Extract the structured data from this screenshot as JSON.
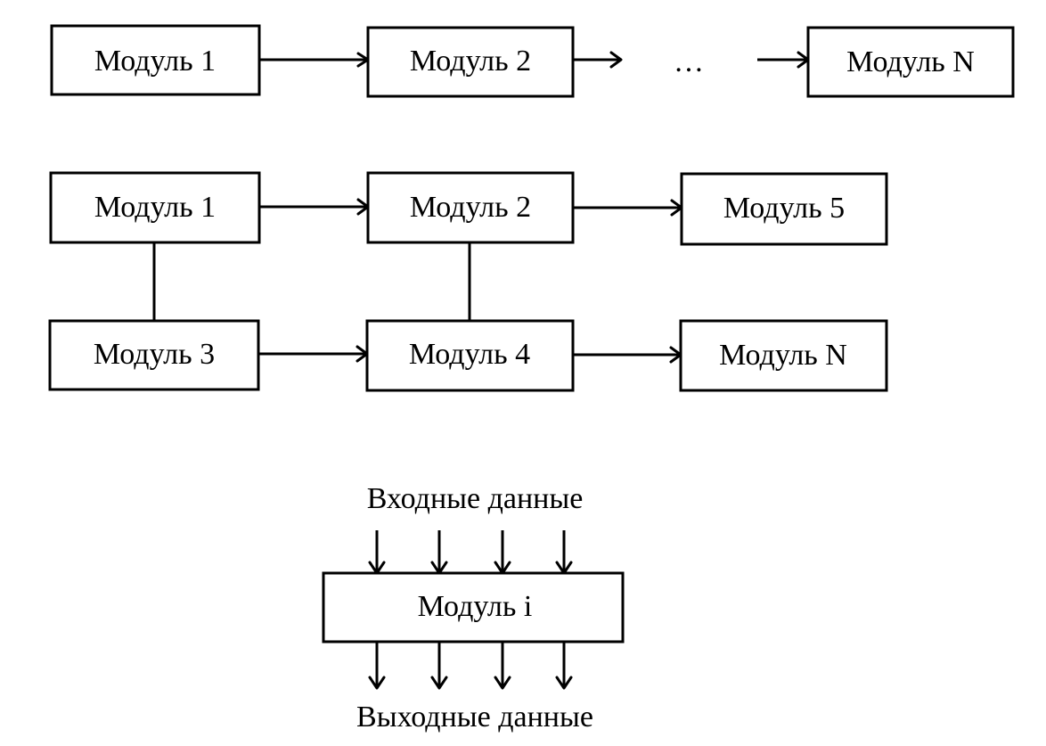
{
  "diagrams": [
    {
      "name": "sequential",
      "modules": [
        "Модуль 1",
        "Модуль 2",
        "Модуль N"
      ],
      "ellipsis": "…"
    },
    {
      "name": "network",
      "modules": [
        "Модуль 1",
        "Модуль 2",
        "Модуль 5",
        "Модуль 3",
        "Модуль 4",
        "Модуль N"
      ],
      "links": [
        {
          "from": "Модуль 1",
          "to": "Модуль 2",
          "type": "arrow"
        },
        {
          "from": "Модуль 2",
          "to": "Модуль 5",
          "type": "arrow"
        },
        {
          "from": "Модуль 3",
          "to": "Модуль 4",
          "type": "arrow"
        },
        {
          "from": "Модуль 4",
          "to": "Модуль N",
          "type": "arrow"
        },
        {
          "from": "Модуль 1",
          "to": "Модуль 3",
          "type": "line"
        },
        {
          "from": "Модуль 2",
          "to": "Модуль 4",
          "type": "line"
        }
      ]
    },
    {
      "name": "single-module",
      "module": "Модуль i",
      "input_label": "Входные данные",
      "output_label": "Выходные данные",
      "input_arrows": 4,
      "output_arrows": 4
    }
  ]
}
